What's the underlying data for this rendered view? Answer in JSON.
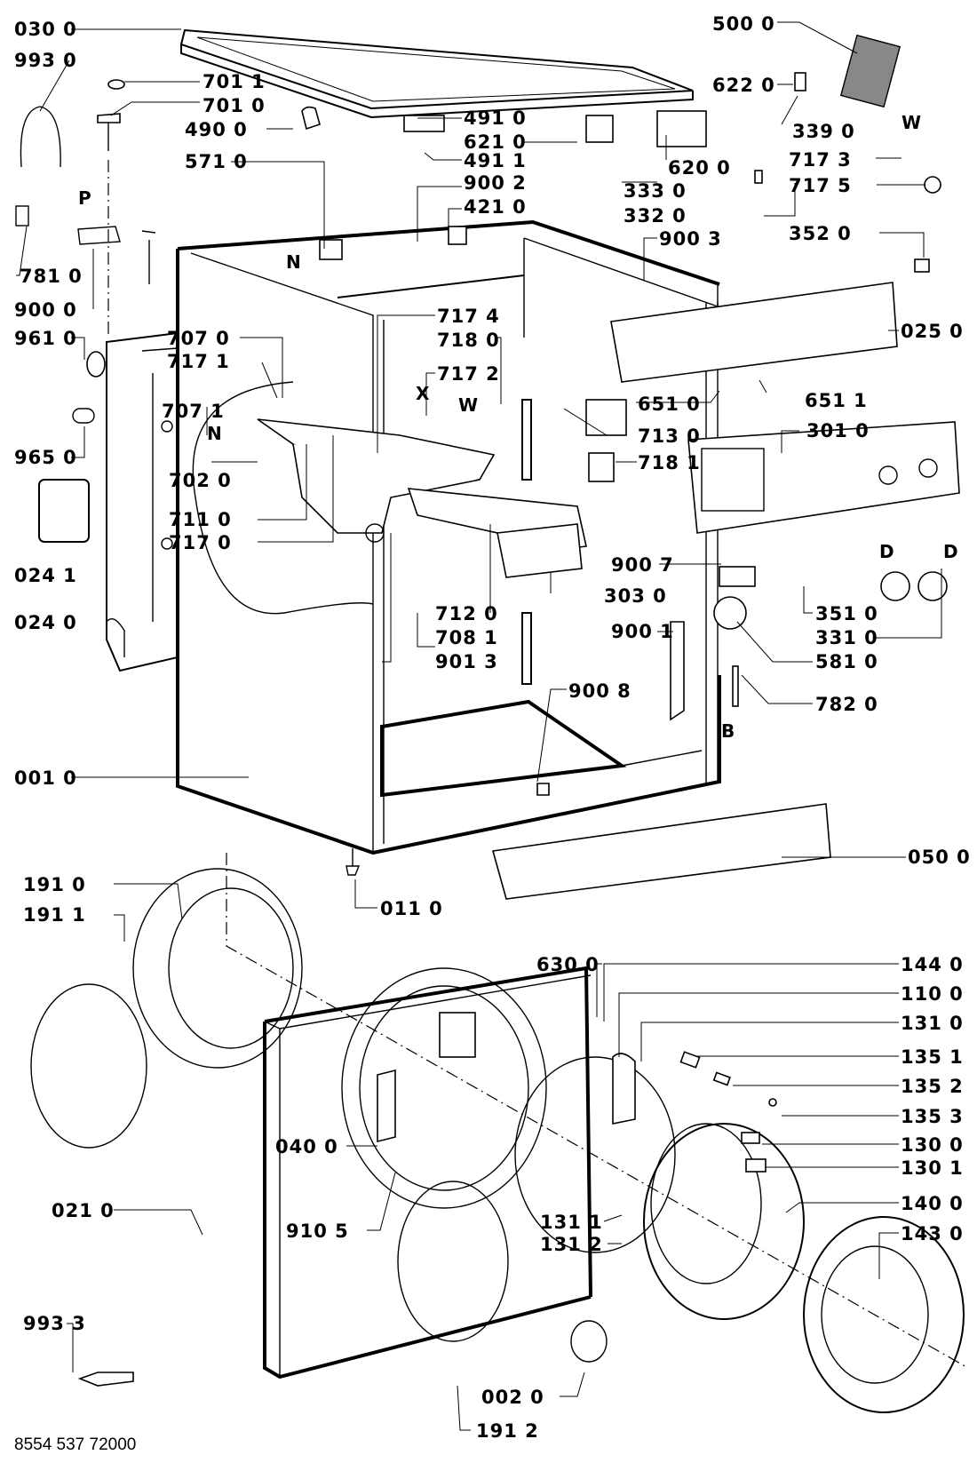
{
  "diagram": {
    "title": "Washing machine exploded parts diagram",
    "document_number": "8554 537 72000",
    "labels": [
      {
        "id": "030-0",
        "text": "030  0"
      },
      {
        "id": "993-0",
        "text": "993  0"
      },
      {
        "id": "701-1",
        "text": "701  1"
      },
      {
        "id": "701-0",
        "text": "701  0"
      },
      {
        "id": "490-0",
        "text": "490  0"
      },
      {
        "id": "571-0",
        "text": "571  0"
      },
      {
        "id": "781-0",
        "text": "781  0"
      },
      {
        "id": "900-0",
        "text": "900  0"
      },
      {
        "id": "491-0",
        "text": "491  0"
      },
      {
        "id": "621-0",
        "text": "621  0"
      },
      {
        "id": "491-1",
        "text": "491  1"
      },
      {
        "id": "900-2",
        "text": "900  2"
      },
      {
        "id": "421-0",
        "text": "421  0"
      },
      {
        "id": "500-0",
        "text": "500  0"
      },
      {
        "id": "622-0",
        "text": "622  0"
      },
      {
        "id": "339-0",
        "text": "339  0"
      },
      {
        "id": "717-3",
        "text": "717  3"
      },
      {
        "id": "717-5",
        "text": "717  5"
      },
      {
        "id": "620-0",
        "text": "620  0"
      },
      {
        "id": "333-0",
        "text": "333  0"
      },
      {
        "id": "332-0",
        "text": "332  0"
      },
      {
        "id": "900-3",
        "text": "900  3"
      },
      {
        "id": "352-0",
        "text": "352  0"
      },
      {
        "id": "025-0",
        "text": "025  0"
      },
      {
        "id": "961-0",
        "text": "961  0"
      },
      {
        "id": "965-0",
        "text": "965  0"
      },
      {
        "id": "024-1",
        "text": "024  1"
      },
      {
        "id": "024-0",
        "text": "024  0"
      },
      {
        "id": "707-0",
        "text": "707  0"
      },
      {
        "id": "717-1",
        "text": "717  1"
      },
      {
        "id": "707-1",
        "text": "707  1"
      },
      {
        "id": "702-0",
        "text": "702  0"
      },
      {
        "id": "711-0",
        "text": "711  0"
      },
      {
        "id": "717-0",
        "text": "717  0"
      },
      {
        "id": "717-4",
        "text": "717  4"
      },
      {
        "id": "718-0",
        "text": "718  0"
      },
      {
        "id": "717-2",
        "text": "717  2"
      },
      {
        "id": "651-0",
        "text": "651  0"
      },
      {
        "id": "651-1",
        "text": "651  1"
      },
      {
        "id": "713-0",
        "text": "713  0"
      },
      {
        "id": "718-1",
        "text": "718  1"
      },
      {
        "id": "301-0",
        "text": "301  0"
      },
      {
        "id": "900-7",
        "text": "900  7"
      },
      {
        "id": "303-0",
        "text": "303  0"
      },
      {
        "id": "712-0",
        "text": "712  0"
      },
      {
        "id": "708-1",
        "text": "708  1"
      },
      {
        "id": "901-3",
        "text": "901  3"
      },
      {
        "id": "900-1",
        "text": "900  1"
      },
      {
        "id": "351-0",
        "text": "351  0"
      },
      {
        "id": "331-0",
        "text": "331  0"
      },
      {
        "id": "581-0",
        "text": "581  0"
      },
      {
        "id": "900-8",
        "text": "900  8"
      },
      {
        "id": "782-0",
        "text": "782  0"
      },
      {
        "id": "001-0",
        "text": "001  0"
      },
      {
        "id": "050-0",
        "text": "050  0"
      },
      {
        "id": "011-0",
        "text": "011  0"
      },
      {
        "id": "191-0",
        "text": "191  0"
      },
      {
        "id": "191-1",
        "text": "191  1"
      },
      {
        "id": "630-0",
        "text": "630  0"
      },
      {
        "id": "144-0",
        "text": "144  0"
      },
      {
        "id": "110-0",
        "text": "110  0"
      },
      {
        "id": "131-0",
        "text": "131  0"
      },
      {
        "id": "135-1",
        "text": "135  1"
      },
      {
        "id": "135-2",
        "text": "135  2"
      },
      {
        "id": "135-3",
        "text": "135  3"
      },
      {
        "id": "130-0",
        "text": "130  0"
      },
      {
        "id": "130-1",
        "text": "130  1"
      },
      {
        "id": "040-0",
        "text": "040  0"
      },
      {
        "id": "140-0",
        "text": "140  0"
      },
      {
        "id": "143-0",
        "text": "143  0"
      },
      {
        "id": "021-0",
        "text": "021  0"
      },
      {
        "id": "910-5",
        "text": "910  5"
      },
      {
        "id": "131-1",
        "text": "131  1"
      },
      {
        "id": "131-2",
        "text": "131  2"
      },
      {
        "id": "993-3",
        "text": "993  3"
      },
      {
        "id": "002-0",
        "text": "002  0"
      },
      {
        "id": "191-2",
        "text": "191  2"
      }
    ],
    "letters": {
      "P": "P",
      "N_top": "N",
      "N_left": "N",
      "X": "X",
      "W_mid": "W",
      "W_top": "W",
      "D_left": "D",
      "D_right": "D",
      "B": "B"
    }
  }
}
